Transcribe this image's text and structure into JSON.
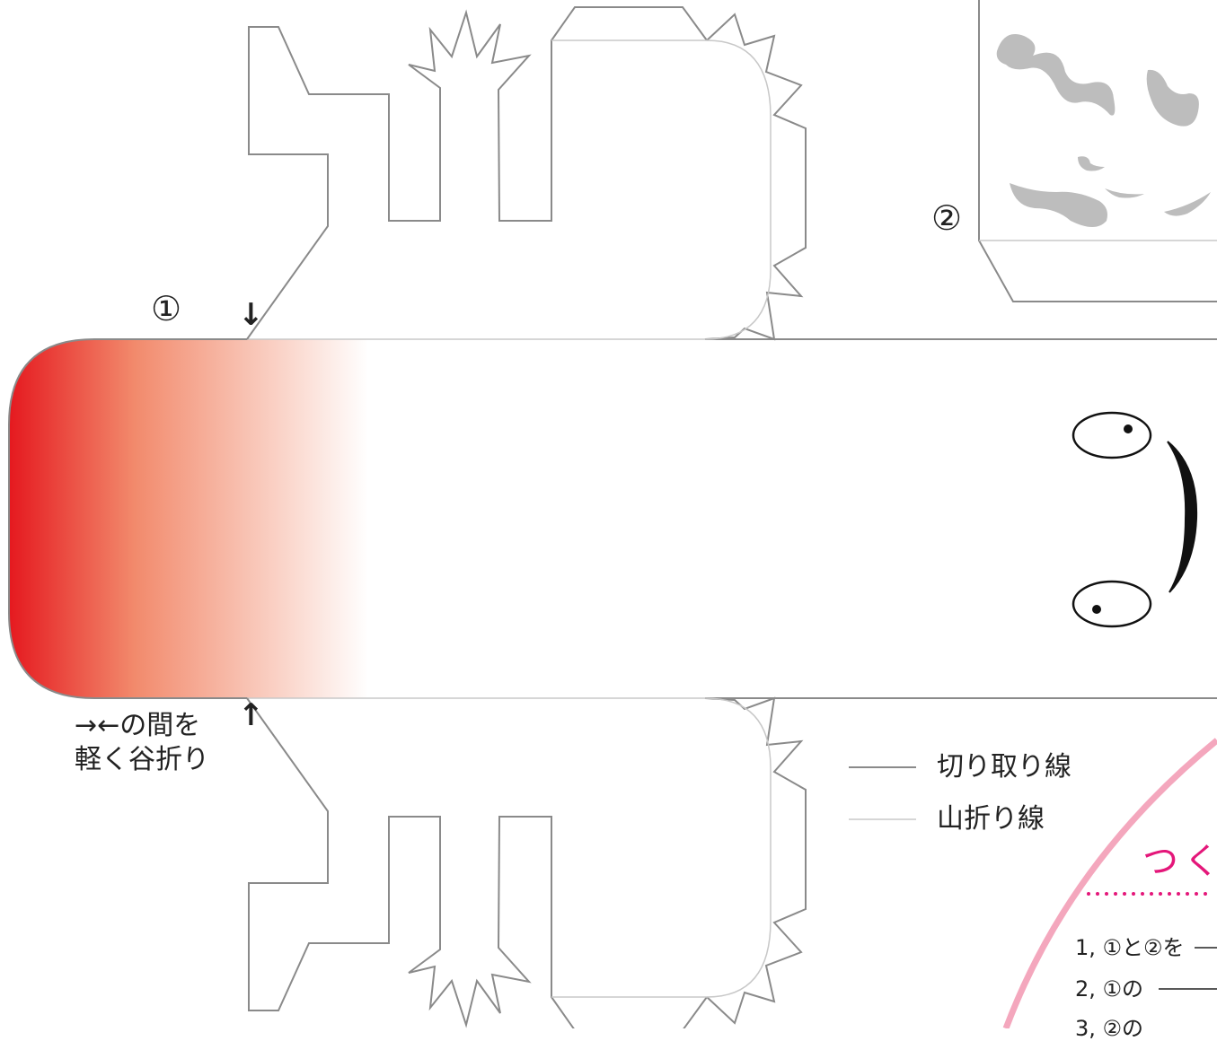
{
  "labels": {
    "part_one": "①",
    "part_two": "②",
    "arrow_down": "↓",
    "arrow_up": "↑",
    "fold_instruction": "→←の間を\n軽く谷折り"
  },
  "legend": {
    "cut_line": "切り取り線",
    "mountain_fold": "山折り線"
  },
  "instructions": {
    "title": "つく",
    "steps": [
      "1, ①と②を",
      "2, ①の",
      "3, ②の"
    ]
  },
  "colors": {
    "cut_line": "#8a8a8a",
    "fold_line": "#c8c8c8",
    "gradient_start": "#e5191f",
    "gradient_mid": "#f28a6c",
    "gradient_end": "#ffffff",
    "spots": "#bdbdbd",
    "accent_pink": "#e4177a",
    "arc_pink": "#f4a7bd"
  }
}
